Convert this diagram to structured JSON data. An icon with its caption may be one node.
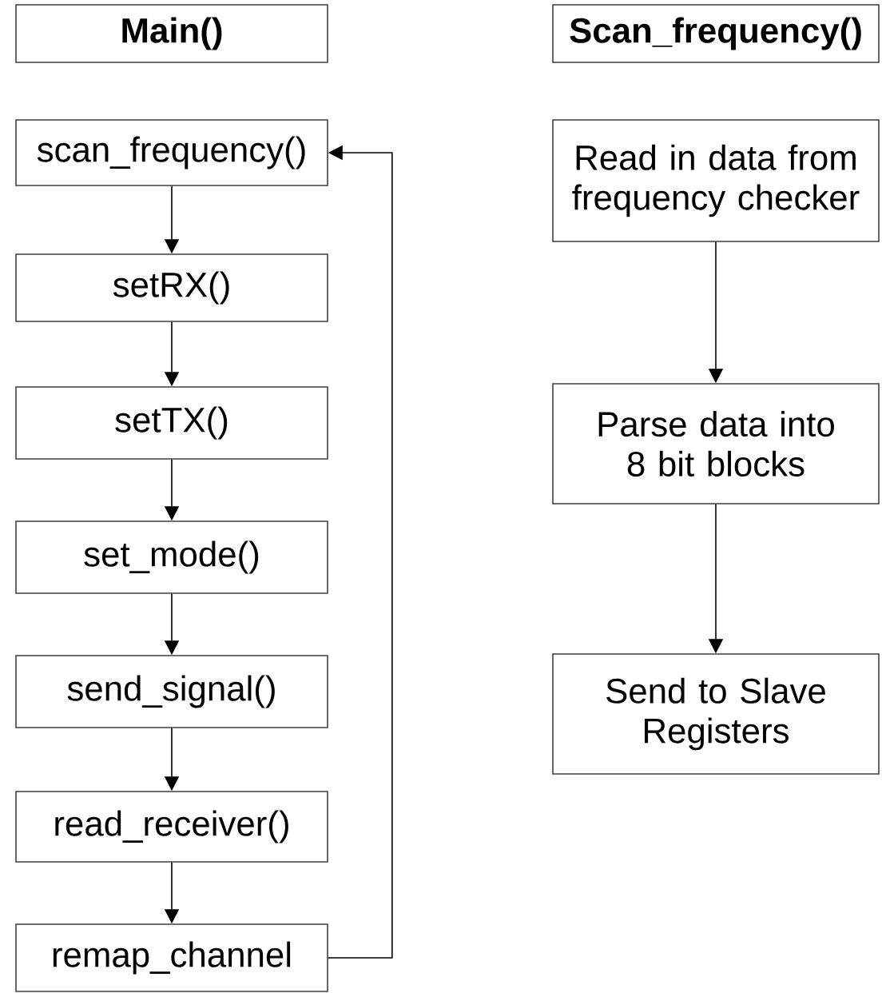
{
  "diagram": {
    "nodes": [
      {
        "text": [
          "Main()"
        ]
      },
      {
        "text": [
          "scan_frequency()"
        ]
      },
      {
        "text": [
          "setRX()"
        ]
      },
      {
        "text": [
          "setTX()"
        ]
      },
      {
        "text": [
          "set_mode()"
        ]
      },
      {
        "text": [
          "send_signal()"
        ]
      },
      {
        "text": [
          "read_receiver()"
        ]
      },
      {
        "text": [
          "remap_channel"
        ]
      },
      {
        "text": [
          "Scan_frequency()"
        ]
      },
      {
        "text": [
          "Read in data from frequency checker"
        ]
      },
      {
        "text": [
          "Parse data into 8 bit blocks"
        ]
      },
      {
        "text": [
          "Send to Slave Registers"
        ]
      }
    ],
    "edges": [
      {
        "from": 1,
        "to": 2,
        "arrow": "to"
      },
      {
        "from": 2,
        "to": 3,
        "arrow": "to"
      },
      {
        "from": 3,
        "to": 4,
        "arrow": "to"
      },
      {
        "from": 4,
        "to": 5,
        "arrow": "to"
      },
      {
        "from": 5,
        "to": 6,
        "arrow": "to"
      },
      {
        "from": 6,
        "to": 7,
        "arrow": "to"
      },
      {
        "from": 7,
        "to": 1,
        "arrow": "to"
      },
      {
        "from": 9,
        "to": 10,
        "arrow": "to"
      },
      {
        "from": 10,
        "to": 11,
        "arrow": "to"
      }
    ]
  }
}
